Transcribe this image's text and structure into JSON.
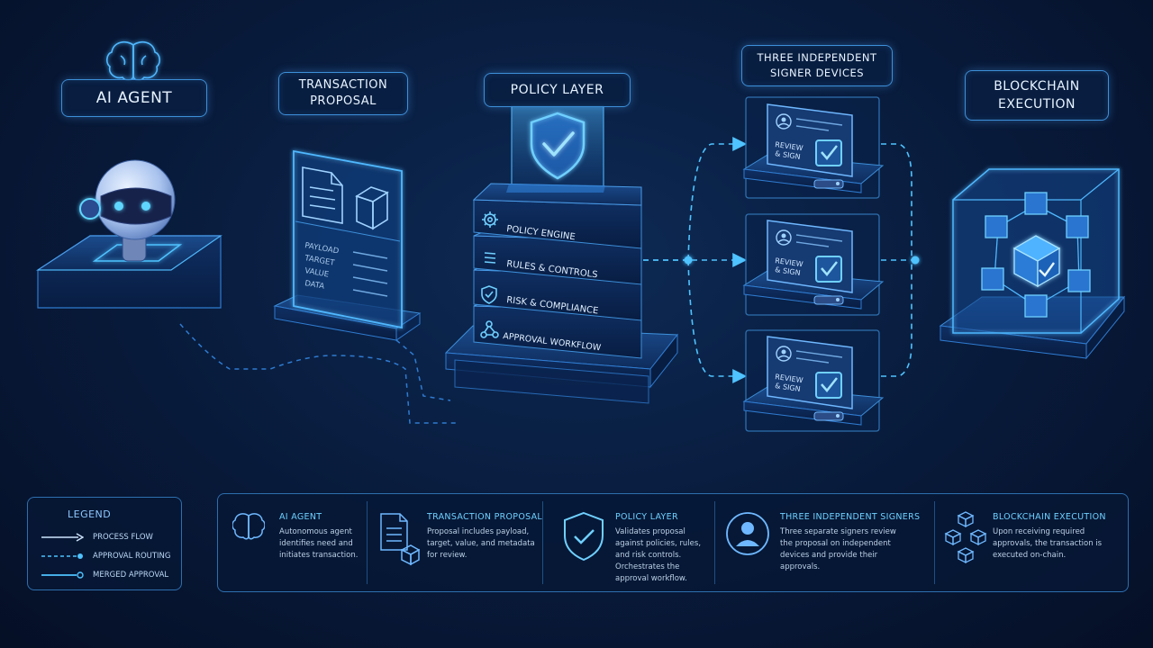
{
  "labels": {
    "ai_agent": "AI AGENT",
    "transaction_proposal_l1": "TRANSACTION",
    "transaction_proposal_l2": "PROPOSAL",
    "policy_layer": "POLICY LAYER",
    "signers_l1": "THREE INDEPENDENT",
    "signers_l2": "SIGNER DEVICES",
    "blockchain_l1": "BLOCKCHAIN",
    "blockchain_l2": "EXECUTION"
  },
  "proposal_fields": [
    "PAYLOAD",
    "TARGET",
    "VALUE",
    "DATA"
  ],
  "policy_stack": [
    "POLICY ENGINE",
    "RULES & CONTROLS",
    "RISK & COMPLIANCE",
    "APPROVAL WORKFLOW"
  ],
  "signer_screen": {
    "line1": "REVIEW",
    "line2": "& SIGN"
  },
  "legend": {
    "title": "LEGEND",
    "items": [
      "PROCESS FLOW",
      "APPROVAL ROUTING",
      "MERGED APPROVAL"
    ]
  },
  "info": [
    {
      "title": "AI AGENT",
      "desc": "Autonomous agent identifies need and initiates transaction."
    },
    {
      "title": "TRANSACTION PROPOSAL",
      "desc": "Proposal includes payload, target, value, and metadata for review."
    },
    {
      "title": "POLICY LAYER",
      "desc": "Validates proposal against policies, rules, and risk controls. Orchestrates the approval workflow."
    },
    {
      "title": "THREE INDEPENDENT SIGNERS",
      "desc": "Three separate signers review the proposal on independent devices and provide their approvals."
    },
    {
      "title": "BLOCKCHAIN EXECUTION",
      "desc": "Upon receiving required approvals, the transaction is executed on-chain."
    }
  ],
  "colors": {
    "accent": "#4fc3ff",
    "border": "#3d8fd9",
    "background": "#081a3a"
  },
  "icons": [
    "brain-icon",
    "robot-icon",
    "document-icon",
    "cube-icon",
    "shield-check-icon",
    "gear-icon",
    "list-icon",
    "shield-icon",
    "workflow-icon",
    "user-icon",
    "checkbox-icon",
    "key-icon",
    "cube-network-icon"
  ]
}
